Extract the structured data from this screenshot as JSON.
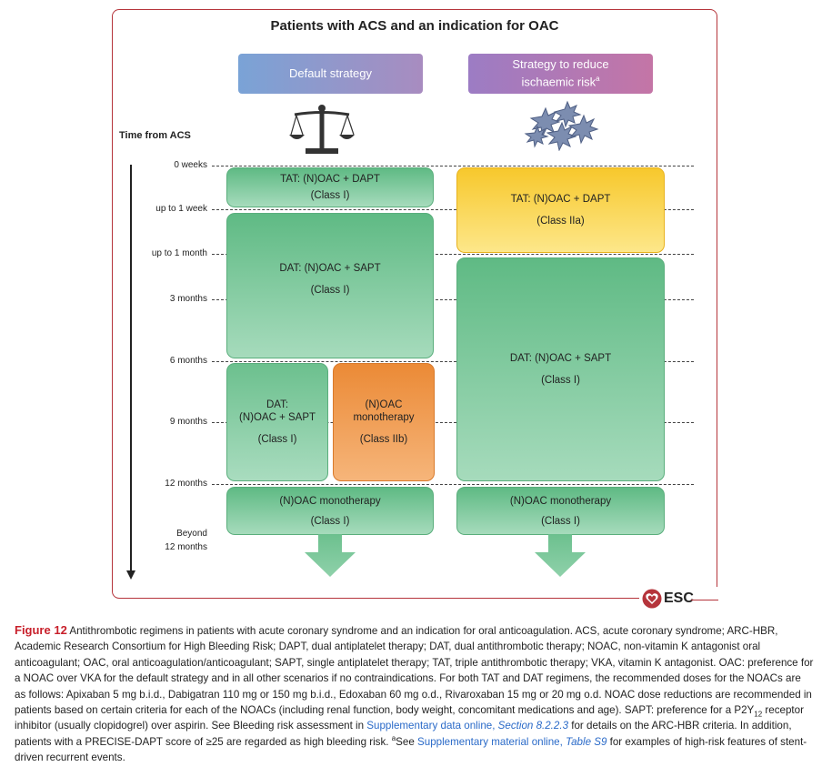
{
  "title": "Patients with ACS and an indication for OAC",
  "headers": {
    "default": "Default strategy",
    "reduce_line1": "Strategy to reduce",
    "reduce_line2": "ischaemic risk",
    "reduce_sup": "a"
  },
  "icons": {
    "default": "balance-scale-icon",
    "reduce": "platelet-cluster-icon"
  },
  "time_label": "Time from ACS",
  "ticks": [
    "0 weeks",
    "up to 1 week",
    "up to 1 month",
    "3 months",
    "6 months",
    "9 months",
    "12 months"
  ],
  "beyond": [
    "Beyond",
    "12 months"
  ],
  "boxes": {
    "d_tat": {
      "l1": "TAT: (N)OAC + DAPT",
      "l2": "(Class I)"
    },
    "d_dat1": {
      "l1": "DAT: (N)OAC + SAPT",
      "l2": "(Class I)"
    },
    "d_dat2": {
      "l1": "DAT:",
      "l2": "(N)OAC + SAPT",
      "l3": "(Class I)"
    },
    "d_noac": {
      "l1": "(N)OAC",
      "l2": "monotherapy",
      "l3": "(Class IIb)"
    },
    "d_mono": {
      "l1": "(N)OAC monotherapy",
      "l2": "(Class I)"
    },
    "r_tat": {
      "l1": "TAT: (N)OAC + DAPT",
      "l2": "(Class IIa)"
    },
    "r_dat": {
      "l1": "DAT: (N)OAC + SAPT",
      "l2": "(Class I)"
    },
    "r_mono": {
      "l1": "(N)OAC monotherapy",
      "l2": "(Class I)"
    }
  },
  "logo": "ESC",
  "colors": {
    "frame": "#b5343b",
    "green": "#5fba84",
    "yellow": "#f7c82c",
    "orange": "#eb8a36",
    "link": "#2a6ac8",
    "figure_label": "#c8202b"
  },
  "caption": {
    "figure_label": "Figure 12",
    "p1": " Antithrombotic regimens in patients with acute coronary syndrome and an indication for oral anticoagulation. ACS, acute coronary syndrome; ARC-HBR, Academic Research Consortium for High Bleeding Risk; DAPT, dual antiplatelet therapy; DAT, dual antithrombotic therapy; NOAC, non-vitamin K antagonist oral anticoagulant; OAC, oral anticoagulation/anticoagulant; SAPT, single antiplatelet therapy; TAT, triple antithrombotic therapy; VKA, vitamin K antagonist. OAC: preference for a NOAC over VKA for the default strategy and in all other scenarios if no contraindications. For both TAT and DAT regimens, the recommended doses for the NOACs are as follows: Apixaban 5 mg b.i.d., Dabigatran 110 mg or 150 mg b.i.d., Edoxaban 60 mg o.d., Rivaroxaban 15 mg or 20 mg o.d. NOAC dose reductions are recommended in patients based on certain criteria for each of the NOACs (including renal function, body weight, concomitant medications and age). SAPT: preference for a P2Y",
    "sub12": "12",
    "p2": " receptor inhibitor (usually clopidogrel) over aspirin. See Bleeding risk assessment in ",
    "link1": "Supplementary data online, ",
    "link1_section": "Section 8.2.2.3",
    "p3": " for details on the ARC-HBR criteria. In addition, patients with a PRECISE-DAPT score of ≥25 are regarded as high bleeding risk. ",
    "sup_a": "a",
    "p4": "See ",
    "link2": "Supplementary material online, ",
    "link2_table": "Table S9",
    "p5": " for examples of high-risk features of stent-driven recurrent events."
  }
}
